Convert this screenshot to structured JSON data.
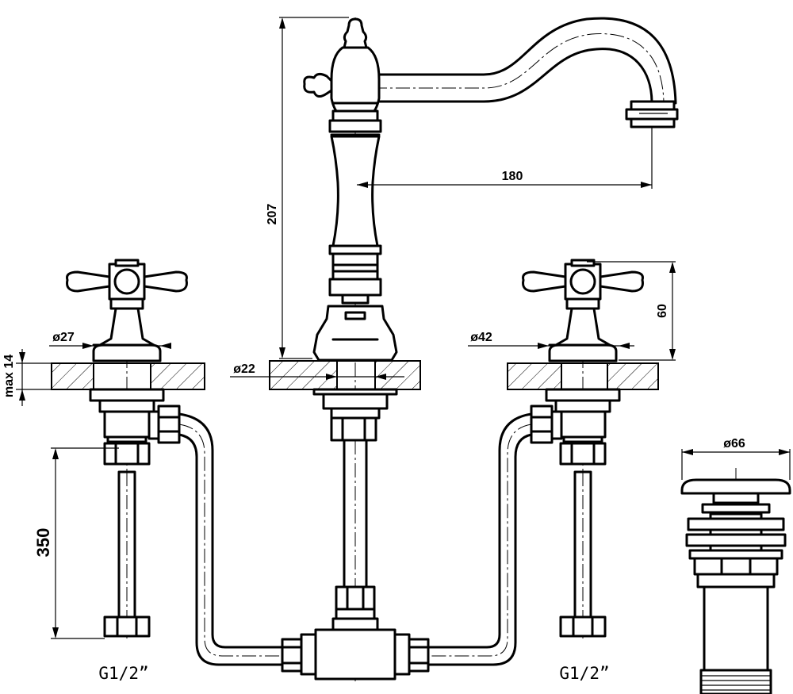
{
  "dimensions": {
    "spout_height": "207",
    "spout_reach": "180",
    "handle_height": "60",
    "handle_base_diameter": "ø27",
    "right_flange_diameter": "ø42",
    "center_shank_diameter": "ø22",
    "max_deck_thickness": "max 14",
    "hose_length": "350",
    "drain_diameter": "ø66"
  },
  "connections": {
    "left": "G1/2”",
    "right": "G1/2”"
  }
}
